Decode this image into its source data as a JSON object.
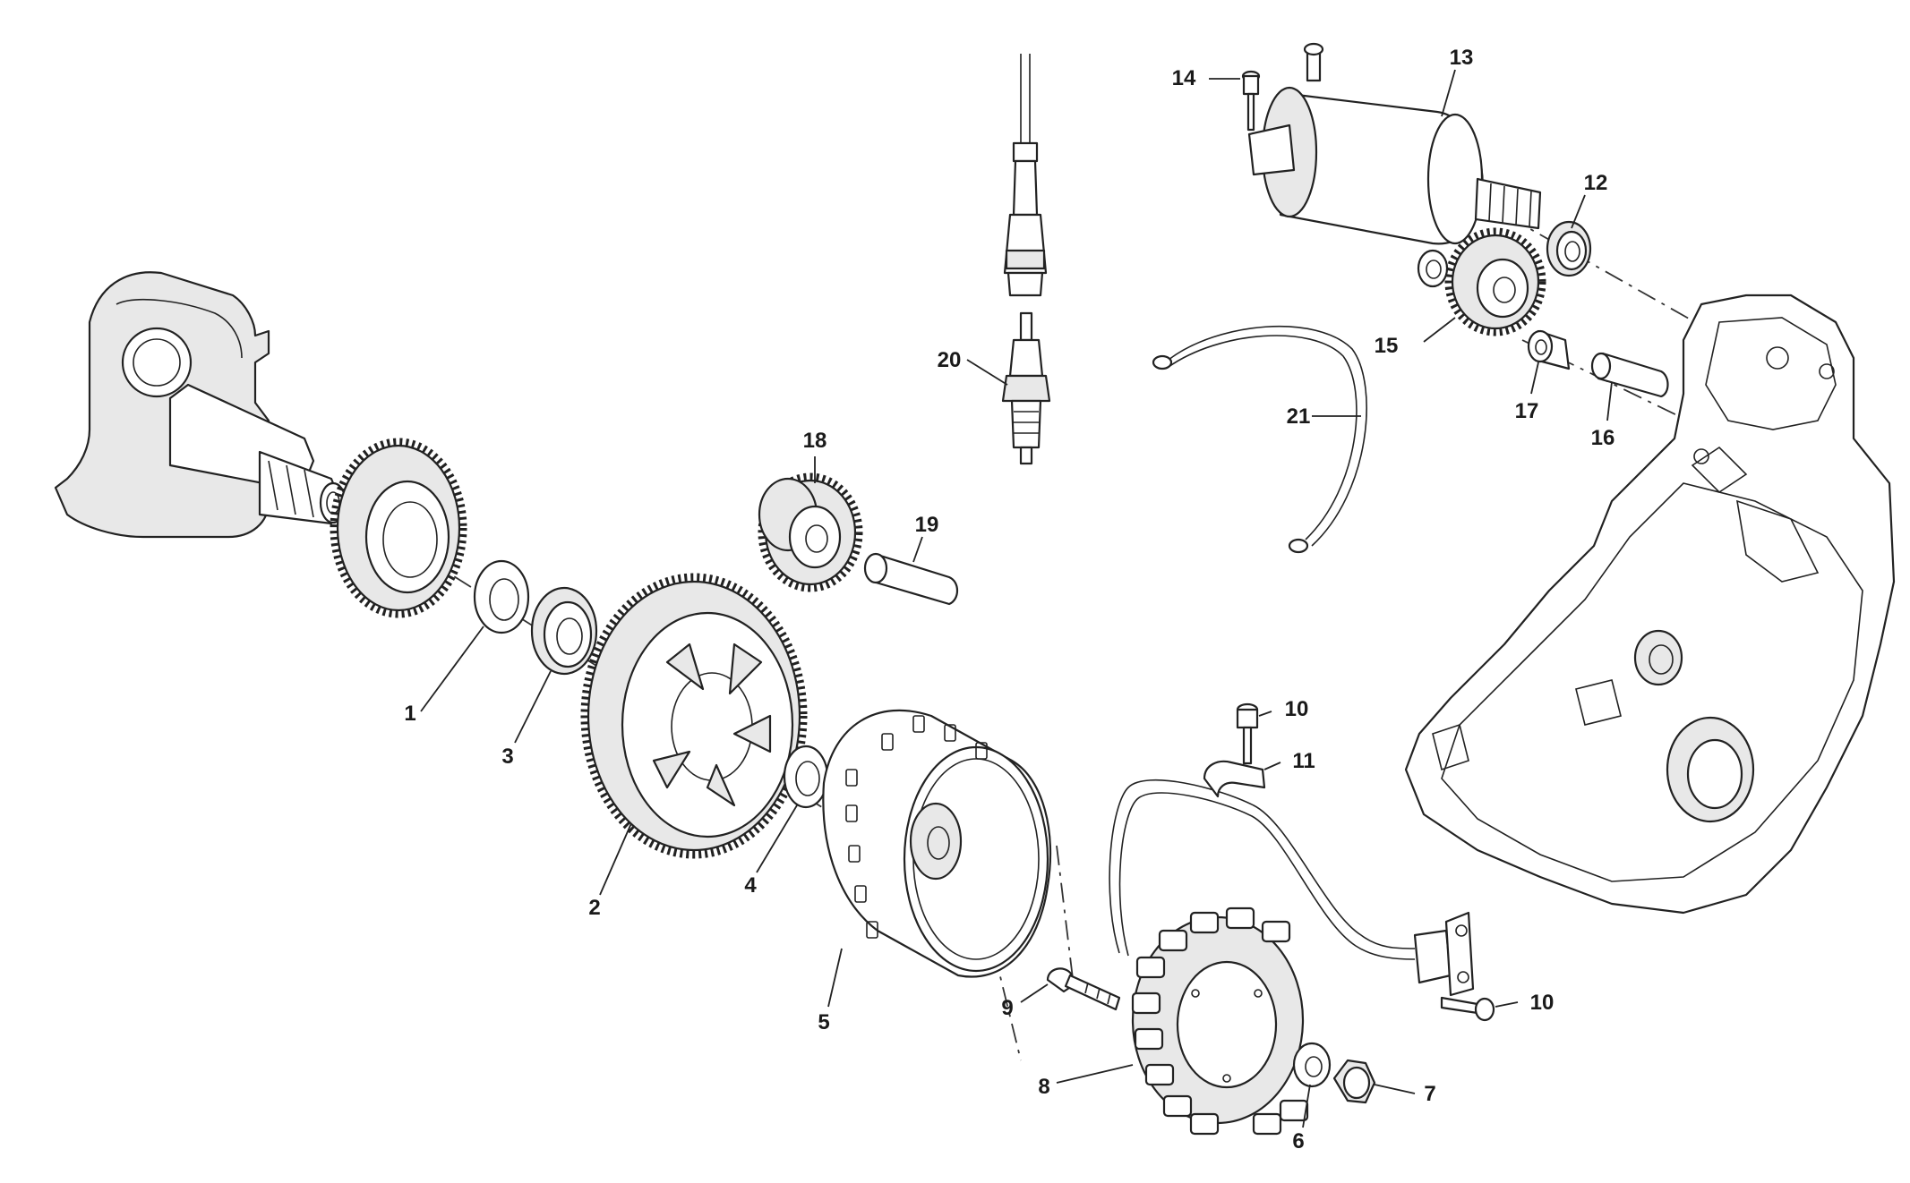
{
  "diagram": {
    "callouts": [
      {
        "id": "c1",
        "label": "1"
      },
      {
        "id": "c2",
        "label": "2"
      },
      {
        "id": "c3",
        "label": "3"
      },
      {
        "id": "c4",
        "label": "4"
      },
      {
        "id": "c5",
        "label": "5"
      },
      {
        "id": "c6",
        "label": "6"
      },
      {
        "id": "c7",
        "label": "7"
      },
      {
        "id": "c8",
        "label": "8"
      },
      {
        "id": "c9",
        "label": "9"
      },
      {
        "id": "c10a",
        "label": "10"
      },
      {
        "id": "c10b",
        "label": "10"
      },
      {
        "id": "c11",
        "label": "11"
      },
      {
        "id": "c12",
        "label": "12"
      },
      {
        "id": "c13",
        "label": "13"
      },
      {
        "id": "c14",
        "label": "14"
      },
      {
        "id": "c15",
        "label": "15"
      },
      {
        "id": "c16",
        "label": "16"
      },
      {
        "id": "c17",
        "label": "17"
      },
      {
        "id": "c18",
        "label": "18"
      },
      {
        "id": "c19",
        "label": "19"
      },
      {
        "id": "c20",
        "label": "20"
      },
      {
        "id": "c21",
        "label": "21"
      }
    ]
  }
}
